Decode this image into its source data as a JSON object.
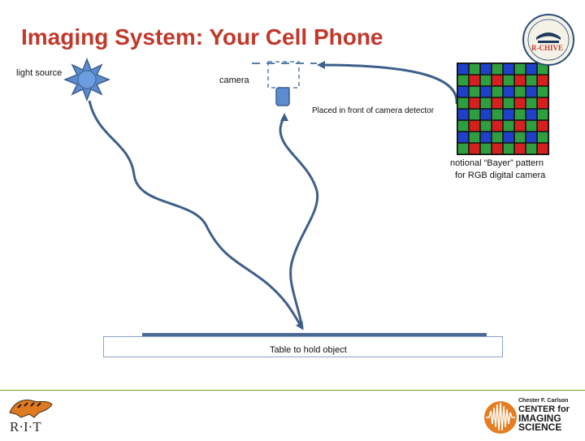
{
  "title": "Imaging System: Your Cell Phone",
  "labels": {
    "light_source": "light source",
    "camera": "camera",
    "detector": "Placed in front of camera detector",
    "bayer_line1": "notional “Bayer” pattern",
    "bayer_line2": "for RGB digital camera",
    "table": "Table to hold object"
  },
  "logos": {
    "rchive": "R-CHIVE",
    "rit": "R·I·T",
    "cis_line1": "Chester F. Carlson",
    "cis_line2": "CENTER for",
    "cis_line3": "IMAGING",
    "cis_line4": "SCIENCE"
  },
  "bayer": {
    "rows": 8,
    "cols": 8,
    "pattern": [
      [
        "B",
        "G"
      ],
      [
        "G",
        "R"
      ]
    ],
    "colors": {
      "R": "#d62020",
      "G": "#2e9e3e",
      "B": "#1f40c8"
    }
  },
  "colors": {
    "title": "#c0392b",
    "path": "#3e5f8a",
    "sun": "#5b8bd0",
    "dash": "#5a7ea8"
  }
}
